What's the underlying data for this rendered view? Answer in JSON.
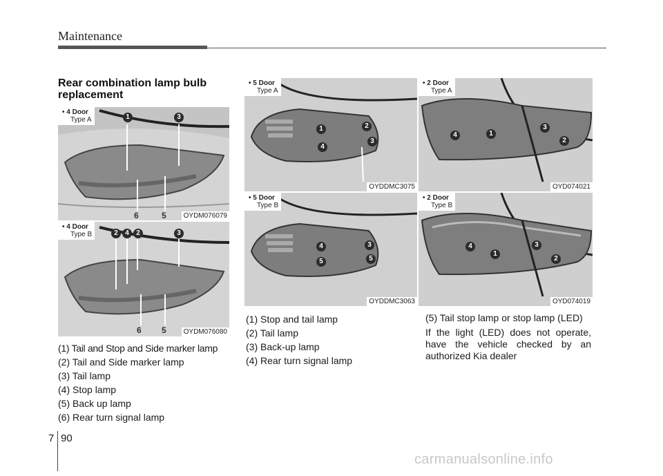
{
  "header": {
    "title": "Maintenance"
  },
  "section": {
    "title": "Rear combination lamp bulb replacement"
  },
  "panels": {
    "p1": {
      "label_line1": "• 4 Door",
      "label_line2": "Type A",
      "code": "OYDM076079",
      "badges": [
        "1",
        "3"
      ],
      "bottom_labels": [
        "6",
        "5"
      ]
    },
    "p2": {
      "label_line1": "• 4 Door",
      "label_line2": "Type B",
      "code": "OYDM076080",
      "badges": [
        "2",
        "4",
        "2",
        "3"
      ],
      "bottom_labels": [
        "6",
        "5"
      ]
    },
    "p3": {
      "label_line1": "• 5 Door",
      "label_line2": "Type A",
      "code": "OYDDMC3075",
      "badges": [
        "1",
        "2",
        "4",
        "3"
      ]
    },
    "p4": {
      "label_line1": "• 2 Door",
      "label_line2": "Type A",
      "code": "OYD074021",
      "badges": [
        "4",
        "1",
        "3",
        "2"
      ]
    },
    "p5": {
      "label_line1": "• 5 Door",
      "label_line2": "Type B",
      "code": "OYDDMC3063",
      "badges": [
        "4",
        "3",
        "5",
        "5"
      ]
    },
    "p6": {
      "label_line1": "• 2 Door",
      "label_line2": "Type B",
      "code": "OYD074019",
      "badges": [
        "4",
        "3",
        "1",
        "2"
      ]
    }
  },
  "legend_left": [
    "(1) Tail and Stop and Side marker lamp",
    "(2) Tail and Side marker lamp",
    "(3) Tail lamp",
    "(4) Stop lamp",
    "(5) Back up lamp",
    "(6) Rear turn signal lamp"
  ],
  "legend_middle": [
    "(1) Stop and tail lamp",
    "(2) Tail lamp",
    "(3) Back-up lamp",
    "(4) Rear turn signal lamp"
  ],
  "legend_right": {
    "item5": "(5) Tail stop lamp or stop lamp (LED)",
    "note": "If the light (LED) does not operate, have the vehicle checked by an authorized Kia dealer"
  },
  "footer": {
    "chapter": "7",
    "page": "90"
  },
  "watermark": "carmanualsonline.info"
}
